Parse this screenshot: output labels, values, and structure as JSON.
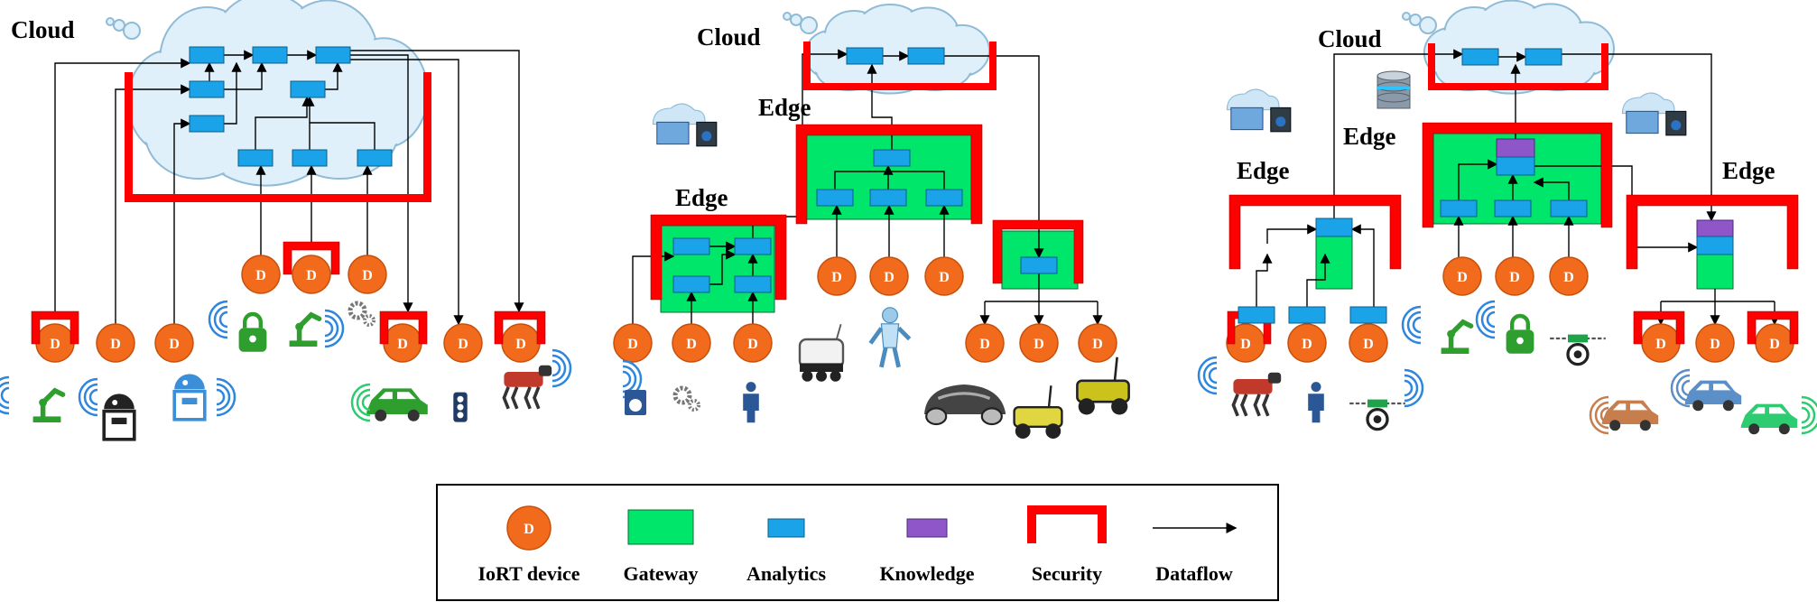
{
  "colors": {
    "device": "#f26b1d",
    "device_stroke": "#c8500a",
    "gateway": "#00e66b",
    "analytics": "#1aa3e8",
    "knowledge": "#8e56c8",
    "security": "#ff0000",
    "cloud_fill": "#dff0fb",
    "cloud_stroke": "#8fbbd6",
    "line": "#000000"
  },
  "device_letter": "D",
  "panels": [
    {
      "cloud_label": "Cloud"
    },
    {
      "cloud_label": "Cloud",
      "edge_labels": [
        "Edge",
        "Edge"
      ]
    },
    {
      "cloud_label": "Cloud",
      "edge_labels": [
        "Edge",
        "Edge",
        "Edge"
      ]
    }
  ],
  "legend": {
    "items": [
      {
        "key": "device",
        "label": "IoRT device"
      },
      {
        "key": "gateway",
        "label": "Gateway"
      },
      {
        "key": "analytics",
        "label": "Analytics"
      },
      {
        "key": "knowledge",
        "label": "Knowledge"
      },
      {
        "key": "security",
        "label": "Security"
      },
      {
        "key": "dataflow",
        "label": "Dataflow"
      }
    ]
  },
  "icons": [
    "robot-arm-icon",
    "r2-robot-icon",
    "droid-robot-icon",
    "lock-robot-icon",
    "gears-icon",
    "car-icon",
    "traffic-light-icon",
    "quadruped-robot-icon",
    "washing-machine-icon",
    "person-icon",
    "delivery-robot-icon",
    "humanoid-robot-icon",
    "robotic-mower-icon",
    "rover-icon",
    "database-icon",
    "server-icon",
    "drone-camera-icon"
  ]
}
